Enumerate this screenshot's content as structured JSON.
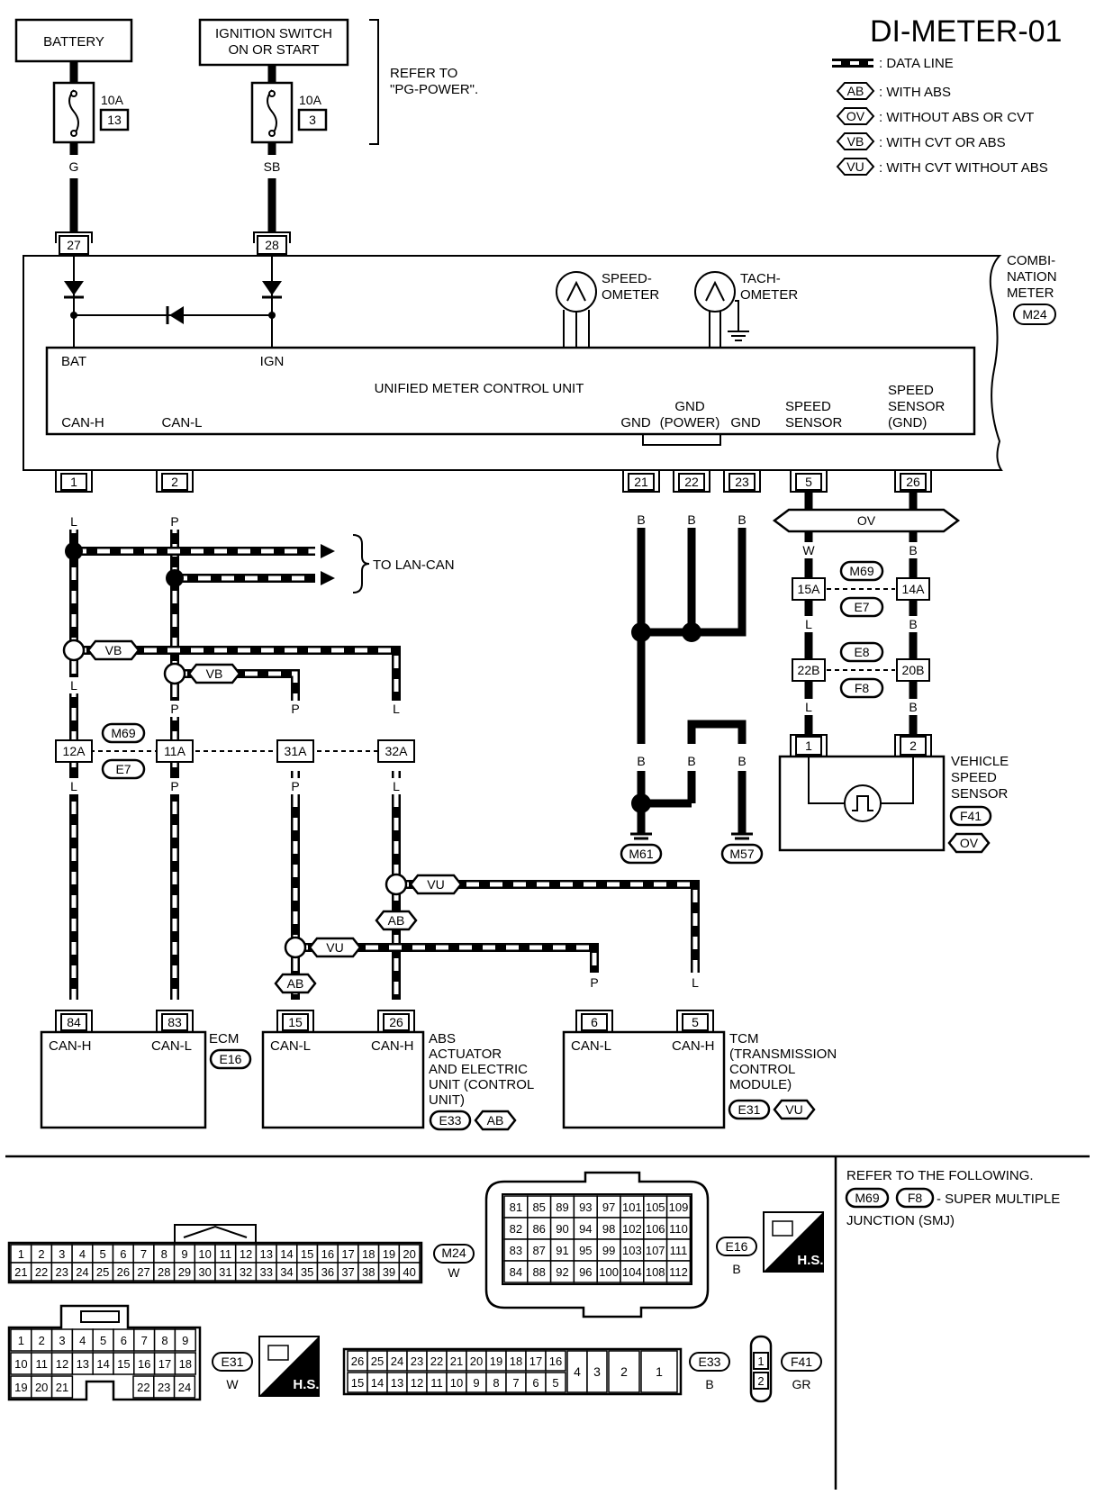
{
  "title": "DI-METER-01",
  "legend": {
    "data_line": ": DATA LINE",
    "items": [
      {
        "code": "AB",
        "text": ": WITH ABS"
      },
      {
        "code": "OV",
        "text": ": WITHOUT ABS OR CVT"
      },
      {
        "code": "VB",
        "text": ": WITH CVT OR ABS"
      },
      {
        "code": "VU",
        "text": ": WITH CVT WITHOUT ABS"
      }
    ]
  },
  "power": {
    "battery": "BATTERY",
    "ignition_line1": "IGNITION SWITCH",
    "ignition_line2": "ON OR START",
    "refer_line1": "REFER TO",
    "refer_line2": "\"PG-POWER\".",
    "fuse1_amp": "10A",
    "fuse1_num": "13",
    "fuse1_color": "G",
    "fuse2_amp": "10A",
    "fuse2_num": "3",
    "fuse2_color": "SB",
    "pin_bat": "27",
    "pin_ign": "28"
  },
  "meter": {
    "combi1": "COMBI-",
    "combi2": "NATION",
    "combi3": "METER",
    "combi_conn": "M24",
    "speedo1": "SPEED-",
    "speedo2": "OMETER",
    "tacho1": "TACH-",
    "tacho2": "OMETER",
    "bat": "BAT",
    "ign": "IGN",
    "unit": "UNIFIED METER CONTROL UNIT",
    "can_h": "CAN-H",
    "can_l": "CAN-L",
    "gnd": "GND",
    "gnd_power1": "GND",
    "gnd_power2": "(POWER)",
    "gnd2": "GND",
    "speed_sensor1": "SPEED",
    "speed_sensor2": "SENSOR",
    "speed_gnd1": "SPEED",
    "speed_gnd2": "SENSOR",
    "speed_gnd3": "(GND)",
    "pins": [
      "1",
      "2",
      "21",
      "22",
      "23",
      "5",
      "26"
    ]
  },
  "wiring": {
    "L": "L",
    "P": "P",
    "B": "B",
    "W": "W",
    "to_lan": "TO LAN-CAN",
    "ov": "OV",
    "vb": "VB",
    "vu": "VU",
    "ab": "AB",
    "m69": "M69",
    "e7": "E7",
    "e8": "E8",
    "f8": "F8",
    "p12a": "12A",
    "p11a": "11A",
    "p31a": "31A",
    "p32a": "32A",
    "p15a": "15A",
    "p14a": "14A",
    "p22b": "22B",
    "p20b": "20B",
    "m61": "M61",
    "m57": "M57"
  },
  "vss": {
    "line1": "VEHICLE",
    "line2": "SPEED",
    "line3": "SENSOR",
    "conn": "F41",
    "opt": "OV",
    "pin1": "1",
    "pin2": "2"
  },
  "ecm": {
    "name": "ECM",
    "conn": "E16",
    "pin_h": "84",
    "pin_l": "83",
    "can_h": "CAN-H",
    "can_l": "CAN-L"
  },
  "abs": {
    "line1": "ABS",
    "line2": "ACTUATOR",
    "line3": "AND ELECTRIC",
    "line4": "UNIT (CONTROL",
    "line5": "UNIT)",
    "conn": "E33",
    "opt": "AB",
    "pin_l": "15",
    "pin_h": "26",
    "can_l": "CAN-L",
    "can_h": "CAN-H"
  },
  "tcm": {
    "line1": "TCM",
    "line2": "(TRANSMISSION",
    "line3": "CONTROL",
    "line4": "MODULE)",
    "conn": "E31",
    "opt": "VU",
    "pin_l": "6",
    "pin_h": "5",
    "can_l": "CAN-L",
    "can_h": "CAN-H"
  },
  "connectors": {
    "m24_name": "M24",
    "m24_color": "W",
    "m24_row1": [
      "1",
      "2",
      "3",
      "4",
      "5",
      "6",
      "7",
      "8",
      "9",
      "10",
      "11",
      "12",
      "13",
      "14",
      "15",
      "16",
      "17",
      "18",
      "19",
      "20"
    ],
    "m24_row2": [
      "21",
      "22",
      "23",
      "24",
      "25",
      "26",
      "27",
      "28",
      "29",
      "30",
      "31",
      "32",
      "33",
      "34",
      "35",
      "36",
      "37",
      "38",
      "39",
      "40"
    ],
    "e16_name": "E16",
    "e16_color": "B",
    "e16_rows": [
      [
        "81",
        "85",
        "89",
        "93",
        "97",
        "101",
        "105",
        "109"
      ],
      [
        "82",
        "86",
        "90",
        "94",
        "98",
        "102",
        "106",
        "110"
      ],
      [
        "83",
        "87",
        "91",
        "95",
        "99",
        "103",
        "107",
        "111"
      ],
      [
        "84",
        "88",
        "92",
        "96",
        "100",
        "104",
        "108",
        "112"
      ]
    ],
    "hs": "H.S.",
    "refer1": "REFER TO THE FOLLOWING.",
    "refer_m69": "M69",
    "refer_f8": "F8",
    "refer2": "- SUPER MULTIPLE",
    "refer3": "JUNCTION (SMJ)",
    "e31_name": "E31",
    "e31_color": "W",
    "e31_row1": [
      "1",
      "2",
      "3",
      "4",
      "5",
      "6",
      "7",
      "8",
      "9"
    ],
    "e31_row2": [
      "10",
      "11",
      "12",
      "13",
      "14",
      "15",
      "16",
      "17",
      "18"
    ],
    "e31_row3a": [
      "19",
      "20",
      "21"
    ],
    "e31_row3b": [
      "22",
      "23",
      "24"
    ],
    "e33_name": "E33",
    "e33_color": "B",
    "e33_row1": [
      "26",
      "25",
      "24",
      "23",
      "22",
      "21",
      "20",
      "19",
      "18",
      "17",
      "16"
    ],
    "e33_row2": [
      "15",
      "14",
      "13",
      "12",
      "11",
      "10",
      "9",
      "8",
      "7",
      "6",
      "5"
    ],
    "e33_big": [
      "4",
      "3",
      "2",
      "1"
    ],
    "f41_name": "F41",
    "f41_color": "GR",
    "f41_pins": [
      "1",
      "2"
    ]
  }
}
